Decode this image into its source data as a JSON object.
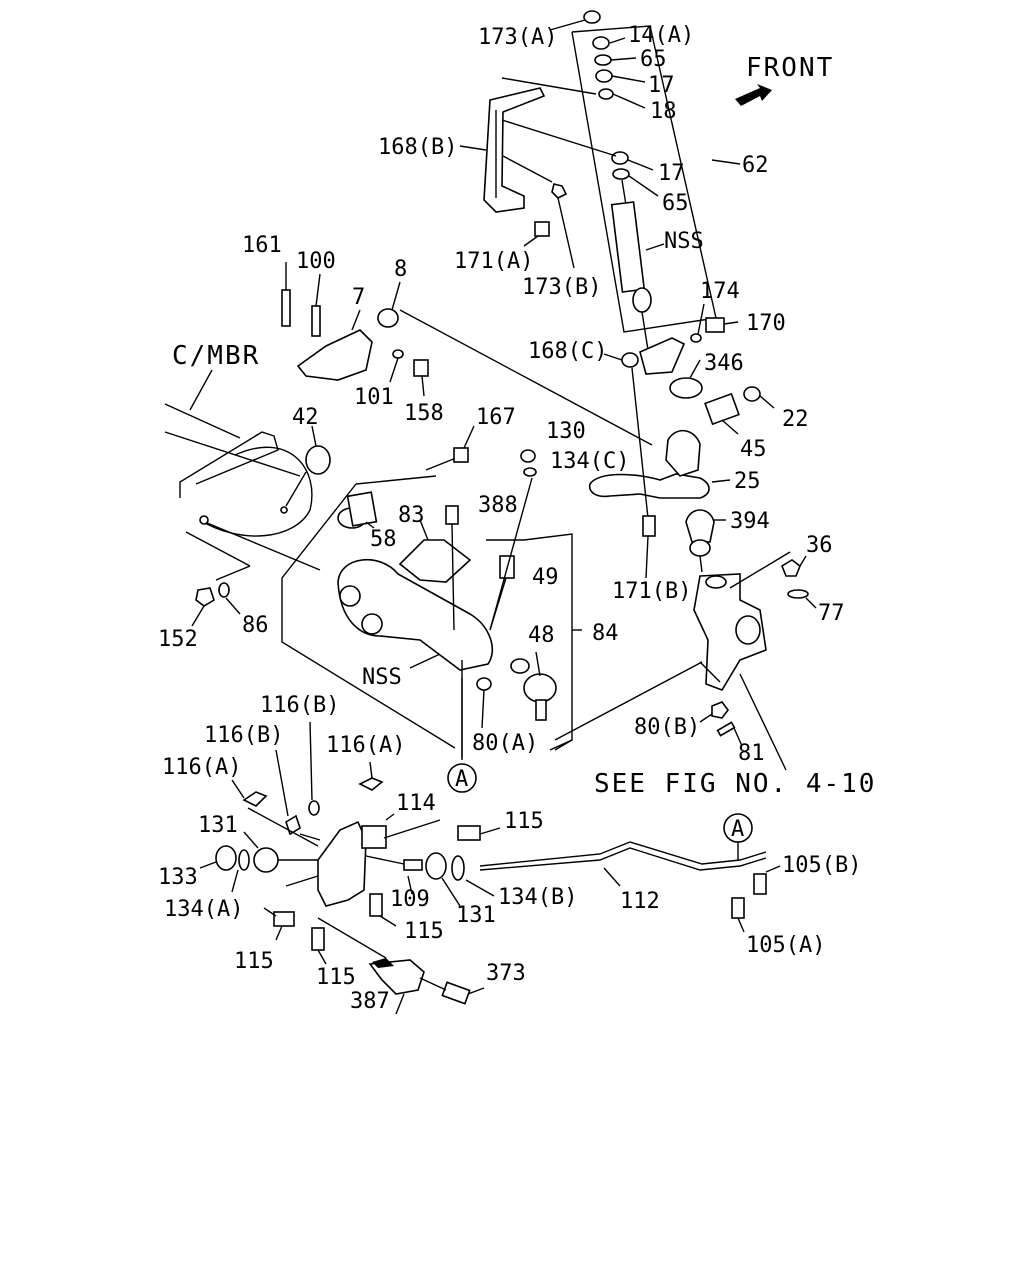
{
  "figure": {
    "direction_label": "FRONT",
    "reference_note": "SEE FIG NO. 4-10",
    "frame_label": "C/MBR",
    "connector_mark": "A"
  },
  "labels": {
    "l173a_top": "173(A)",
    "l14a": "14(A)",
    "l65a": "65",
    "l17a": "17",
    "l18": "18",
    "l168b": "168(B)",
    "l17b": "17",
    "l62": "62",
    "l65b": "65",
    "lnss_top": "NSS",
    "l171a": "171(A)",
    "l173b": "173(B)",
    "l161": "161",
    "l100": "100",
    "l8": "8",
    "l7": "7",
    "l174": "174",
    "l170": "170",
    "l168c": "168(C)",
    "l346": "346",
    "l101": "101",
    "l158": "158",
    "l42": "42",
    "l167": "167",
    "l130": "130",
    "l134c": "134(C)",
    "l22": "22",
    "l45": "45",
    "l25": "25",
    "l83": "83",
    "l388": "388",
    "l58": "58",
    "l394": "394",
    "l49": "49",
    "l36": "36",
    "l171b": "171(B)",
    "l77": "77",
    "l152": "152",
    "l86": "86",
    "l48": "48",
    "l84": "84",
    "lnss_mid": "NSS",
    "l80b": "80(B)",
    "l116b_top": "116(B)",
    "l80a": "80(A)",
    "l81": "81",
    "l116b": "116(B)",
    "l116a_left": "116(A)",
    "l116a_right": "116(A)",
    "l114": "114",
    "l115_tr": "115",
    "l131_left": "131",
    "l105b": "105(B)",
    "l133": "133",
    "l109": "109",
    "l134b": "134(B)",
    "l112": "112",
    "l134a": "134(A)",
    "l131_mid": "131",
    "l115_mid": "115",
    "l105a": "105(A)",
    "l115_left": "115",
    "l115_bot": "115",
    "l373": "373",
    "l387": "387"
  }
}
